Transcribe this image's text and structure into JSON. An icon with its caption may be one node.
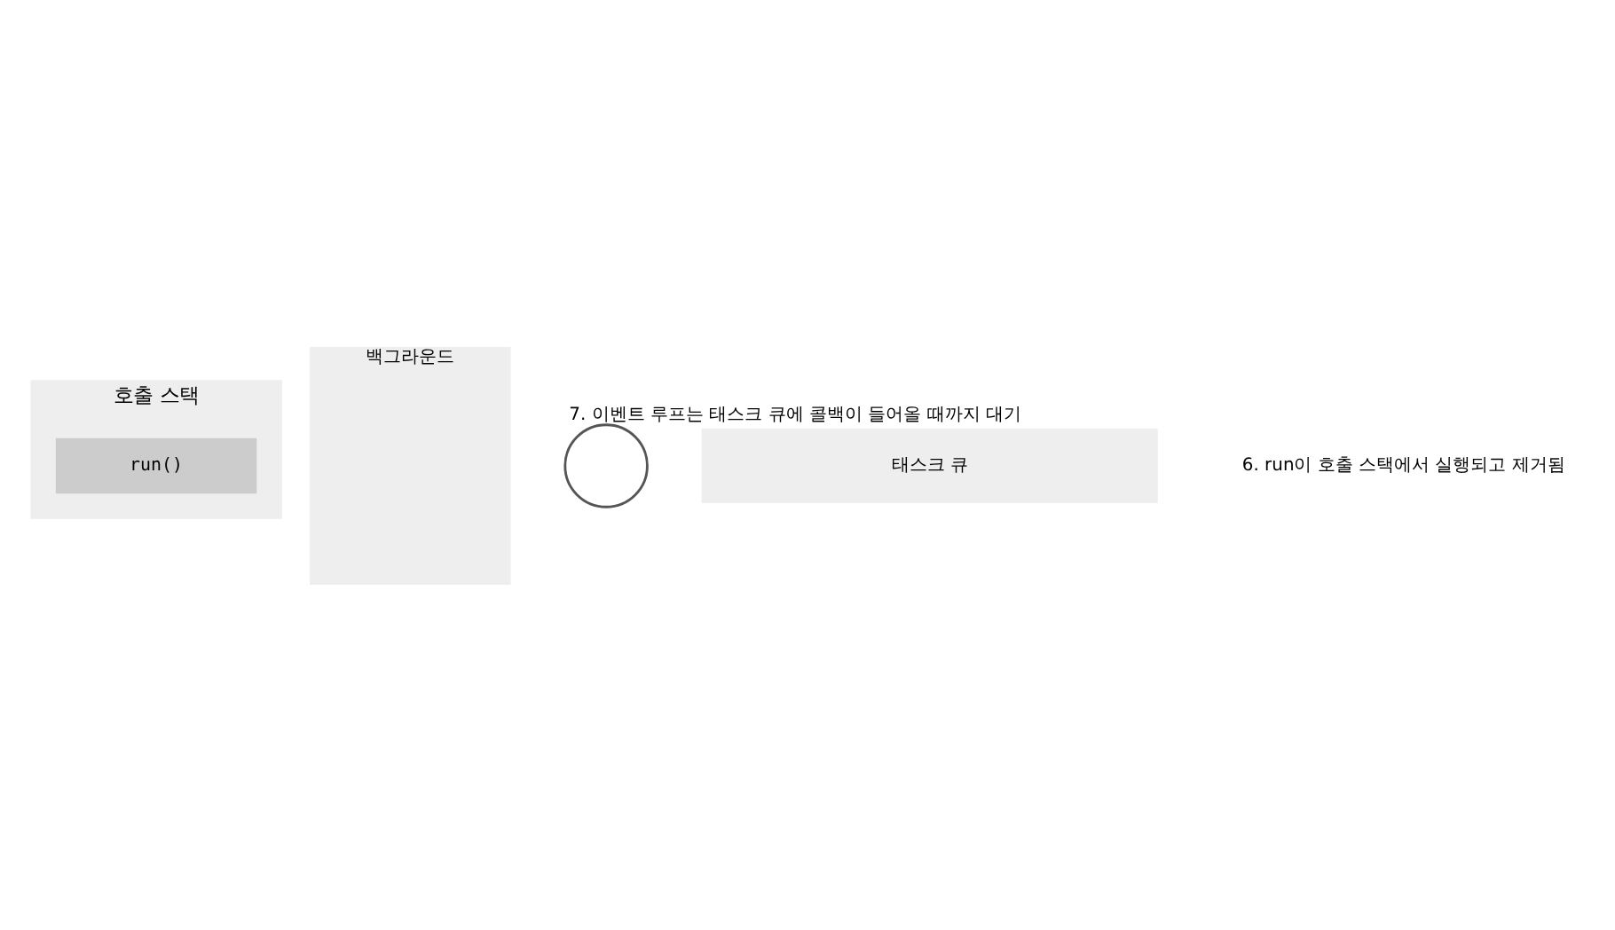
{
  "diagram": {
    "nodes": [
      {
        "text": [
          "호출 스택"
        ]
      },
      {
        "text": [
          "run()"
        ],
        "in": 0
      },
      {
        "text": [
          "백그라운드"
        ]
      },
      {
        "text": [],
        "shape": "circle",
        "beside": [
          "7. 이벤트 루프는 태스크 큐에 콜백이 들어올 때까지 대기"
        ]
      },
      {
        "text": [
          "태스크 큐"
        ]
      }
    ],
    "edges": [],
    "labels": [
      "6. run이 호출 스택에서 실행되고 제거됨"
    ]
  }
}
